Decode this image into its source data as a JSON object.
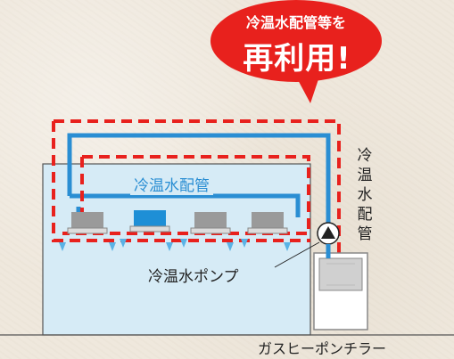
{
  "callout": {
    "line1": "冷温水配管等を",
    "line2": "再利用!"
  },
  "labels": {
    "pipe": "冷温水配管",
    "vertical_pipe": "冷温水配管",
    "pump": "冷温水ポンプ",
    "chiller": "ガスヒーポンチラー"
  },
  "colors": {
    "dashed_red": "#e8211d",
    "pipe_blue": "#2a8ed3",
    "building_fill": "#d6ebf6",
    "callout_red": "#e8211d",
    "unit_gray": "#9a9a9a",
    "unit_blue": "#1e8fd6"
  },
  "icons": [
    "air-outlet-arrow-icon",
    "pump-icon",
    "indoor-unit-icon"
  ]
}
